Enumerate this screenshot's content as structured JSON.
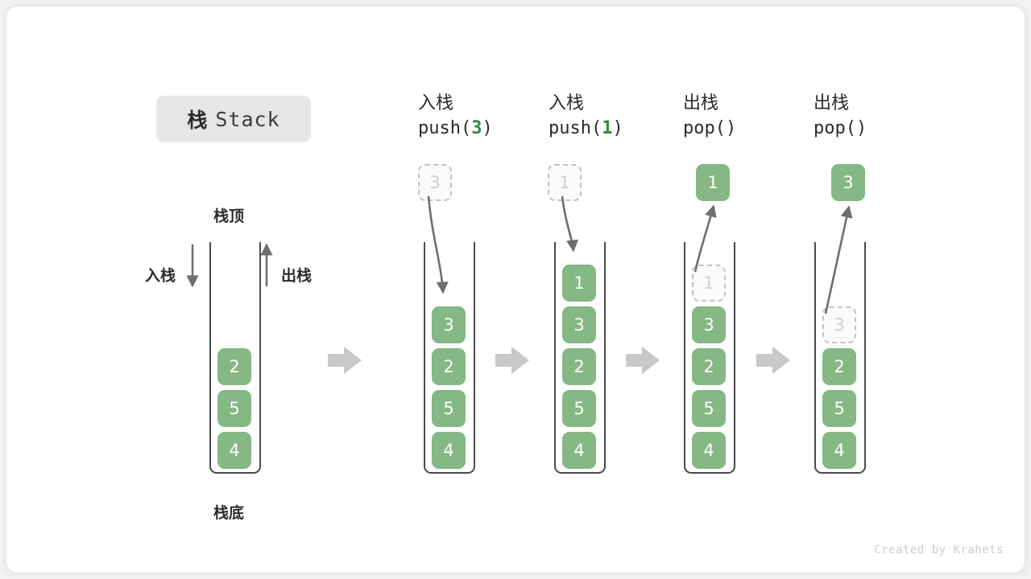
{
  "footer": {
    "credit": "Created by Krahets"
  },
  "title": {
    "cn": "栈",
    "en": "Stack"
  },
  "labels": {
    "top": "栈顶",
    "bottom": "栈底",
    "push_side": "入栈",
    "pop_side": "出栈"
  },
  "colors": {
    "element_green": "#84b884",
    "arg_green": "#2e8b3a",
    "ghost_border": "#c4c4c4",
    "ghost_text": "#cfcfcf",
    "container_stroke": "#4a4a4a",
    "flow_arrow": "#c8c8c8",
    "motion_arrow": "#6e6e6e",
    "chip_bg": "#e6e6e6",
    "canvas_bg": "#ffffff",
    "page_bg": "#f2f2f2"
  },
  "columns": [
    {
      "id": "initial",
      "head_line1": "",
      "head_line2": "",
      "head_arg": "",
      "incoming": null,
      "stack": [
        "2",
        "5",
        "4"
      ],
      "ghost_index": -1
    },
    {
      "id": "push-3",
      "head_line1": "入栈",
      "head_line2_prefix": "push(",
      "head_arg": "3",
      "head_line2_suffix": ")",
      "floating": {
        "value": "3",
        "style": "ghost"
      },
      "stack": [
        "3",
        "2",
        "5",
        "4"
      ],
      "ghost_index": -1,
      "arrow_dir": "down"
    },
    {
      "id": "push-1",
      "head_line1": "入栈",
      "head_line2_prefix": "push(",
      "head_arg": "1",
      "head_line2_suffix": ")",
      "floating": {
        "value": "1",
        "style": "ghost"
      },
      "stack": [
        "1",
        "3",
        "2",
        "5",
        "4"
      ],
      "ghost_index": -1,
      "arrow_dir": "down"
    },
    {
      "id": "pop-1",
      "head_line1": "出栈",
      "head_line2_prefix": "pop(",
      "head_arg": "",
      "head_line2_suffix": ")",
      "floating": {
        "value": "1",
        "style": "solid"
      },
      "stack": [
        "1",
        "3",
        "2",
        "5",
        "4"
      ],
      "ghost_index": 0,
      "arrow_dir": "up"
    },
    {
      "id": "pop-2",
      "head_line1": "出栈",
      "head_line2_prefix": "pop(",
      "head_arg": "",
      "head_line2_suffix": ")",
      "floating": {
        "value": "3",
        "style": "solid"
      },
      "stack": [
        "3",
        "2",
        "5",
        "4"
      ],
      "ghost_index": 0,
      "arrow_dir": "up"
    }
  ]
}
